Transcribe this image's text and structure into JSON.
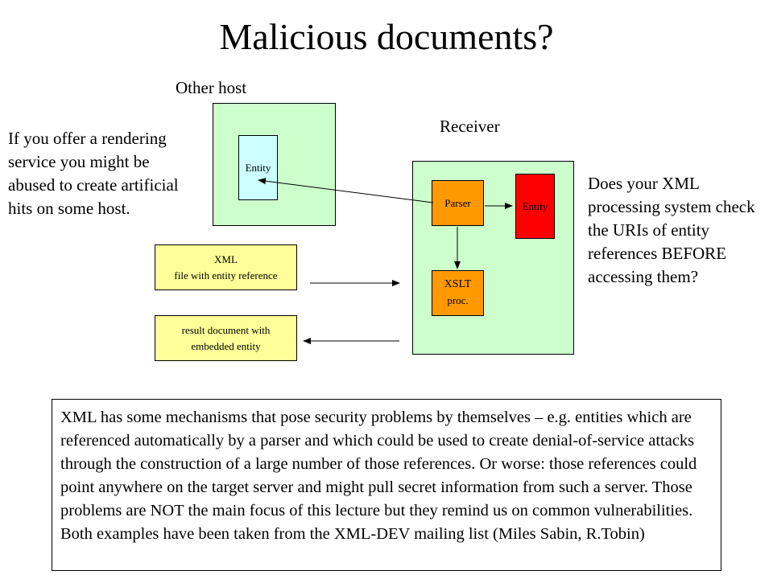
{
  "title": "Malicious documents?",
  "labels": {
    "other_host": "Other host",
    "receiver": "Receiver"
  },
  "left_text": "If you offer a rendering service you might be abused to create artificial hits on some host.",
  "right_text": "Does your XML processing system check the URIs of entity references BEFORE accessing them?",
  "boxes": {
    "other_entity": "Entity",
    "parser": "Parser",
    "receiver_entity": "Entity",
    "xslt_line1": "XSLT",
    "xslt_line2": "proc.",
    "xml_file_line1": "XML",
    "xml_file_line2": "file with entity reference",
    "result_line1": "result document with",
    "result_line2": "embedded entity"
  },
  "note": "XML has some mechanisms that pose security problems by themselves – e.g. entities which are referenced automatically by a parser and which could be used to create denial-of-service attacks through the construction of a large number of those references. Or worse: those references could point anywhere on the target server and might pull secret information from such a server. Those problems are NOT the main focus of this lecture but they remind us on common vulnerabilities. Both examples have been taken from the XML-DEV mailing list (Miles Sabin, R.Tobin)",
  "colors": {
    "host_bg": "#ccffcc",
    "file_bg": "#ffff99",
    "entity_bg": "#ccffff",
    "parser_bg": "#ff9900",
    "receiver_entity_bg": "#ff0000"
  }
}
